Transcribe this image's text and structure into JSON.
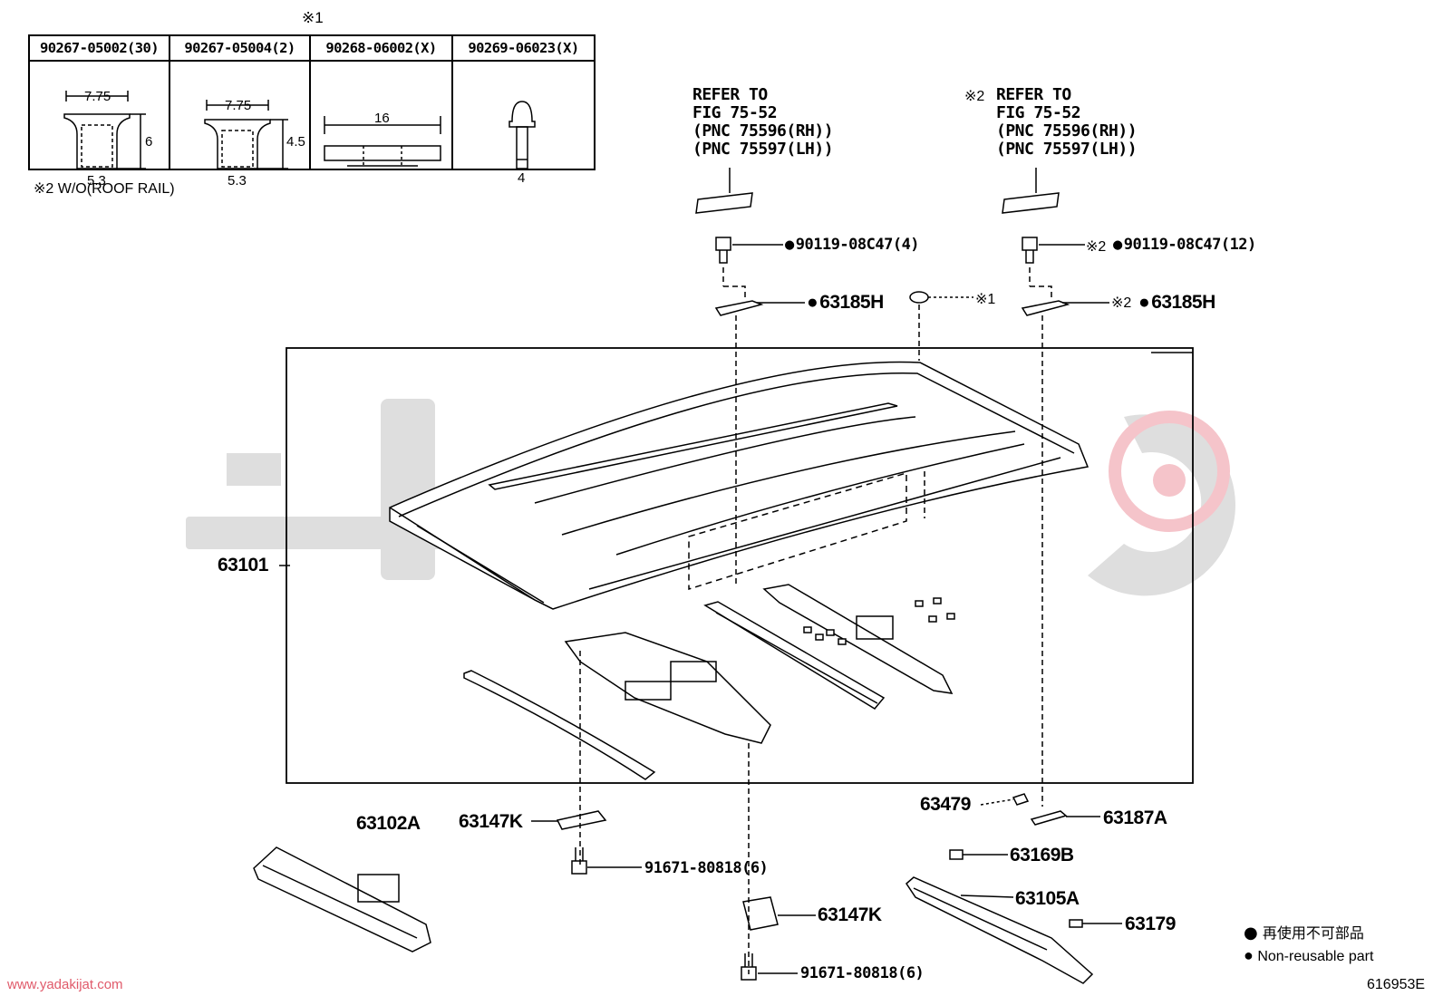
{
  "spec_table": {
    "note_mark": "※1",
    "headers": [
      "90267-05002(30)",
      "90267-05004(2)",
      "90268-06002(X)",
      "90269-06023(X)"
    ],
    "dims": {
      "col1": {
        "top": "7.75",
        "side": "6",
        "bottom": "5.3"
      },
      "col2": {
        "top": "7.75",
        "side": "4.5",
        "bottom": "5.3"
      },
      "col3": {
        "top": "16"
      },
      "col4": {
        "bottom": "4"
      }
    }
  },
  "note_wo": "※2 W/O(ROOF RAIL)",
  "refer_left": [
    "REFER TO",
    "FIG 75-52",
    "(PNC 75596(RH))",
    "(PNC 75597(LH))"
  ],
  "refer_right_mark": "※2",
  "refer_right": [
    "REFER TO",
    "FIG 75-52",
    "(PNC 75596(RH))",
    "(PNC 75597(LH))"
  ],
  "callouts": {
    "bolt_left": "90119-08C47(4)",
    "bolt_right_mark": "※2",
    "bolt_right": "90119-08C47(12)",
    "bracket_left": "63185H",
    "plug_mark": "※1",
    "bracket_right_mark": "※2",
    "bracket_right": "63185H",
    "roof_panel": "63101",
    "rear_header": "63102A",
    "bracket_lower_left": "63147K",
    "screw_left": "91671-80818(6)",
    "bracket_center": "63147K",
    "screw_center": "91671-80818(6)",
    "pad_63479": "63479",
    "bracket_63187A": "63187A",
    "pad_63169B": "63169B",
    "front_header": "63105A",
    "pad_63179": "63179"
  },
  "legend": {
    "japanese": "再使用不可部品",
    "english": "Non-reusable part"
  },
  "watermark_url": "www.yadakijat.com",
  "diagram_code": "616953E",
  "colors": {
    "line": "#000000",
    "watermark_gray": "#dcdcdc",
    "watermark_red": "#f2b8bf"
  }
}
